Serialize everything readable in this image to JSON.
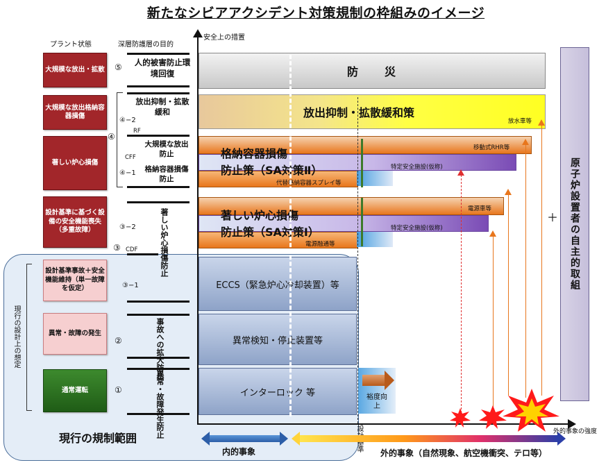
{
  "title": "新たなシビアアクシデント対策規制の枠組みのイメージ",
  "headers": {
    "plant_state": "プラント状態",
    "depth_purpose": "深層防護層の目的",
    "safety_measures": "安全上の措置"
  },
  "plant_states": [
    "大規模な放出・拡散",
    "大規模な放出格納容器損傷",
    "著しい炉心損傷",
    "設計基準に基づく設備の安全機能喪失（多重故障）",
    "設計基準事故＋安全機能維持（単一故障を仮定）",
    "異常・故障の発生",
    "通常運転"
  ],
  "levels": {
    "l5": "⑤",
    "l5_text": "人的被害防止環境回復",
    "l4_2": "④−2",
    "l4_2_text": "放出抑制・拡散緩和",
    "rf": "RF",
    "l4": "④",
    "cff": "CFF",
    "l4_large_text": "大規模な放出防止",
    "l4_1": "④−1",
    "l4_1_text": "格納容器損傷防止",
    "l3_2": "③−2",
    "l3": "③",
    "cdf": "CDF",
    "l3_vertical": "著しい炉心損傷防止",
    "l3_1": "③−1",
    "l2": "②",
    "l2_vertical": "事故への拡大防止",
    "l1": "①",
    "l1_vertical": "異常・故障発生防止"
  },
  "measures": {
    "disaster": "防　　災",
    "release_suppression": "放出抑制・拡散緩和策",
    "fire_truck_water": "放水車等",
    "cv_prevention_line1": "格納容器損傷",
    "cv_prevention_line2": "防止策（SA対策Ⅱ）",
    "mobile_rhr": "移動式RHR等",
    "special_facility_1": "特定安全施設(仮称)",
    "alt_spray": "代替格納容器スプレイ等",
    "core_prevention_line1": "著しい炉心損傷",
    "core_prevention_line2": "防止策（SA対策Ⅰ）",
    "power_truck": "電源車等",
    "special_facility_2": "特定安全施設(仮称)",
    "power_interchange": "電源融通等",
    "eccs": "ECCS（緊急炉心冷却装置）等",
    "anomaly_detection": "異常検知・停止装置等",
    "interlock": "インターロック 等",
    "margin_improvement": "裕度向上"
  },
  "operator_voluntary": "原子炉設置者の自主的取組",
  "plus": "＋",
  "current_design_assumption": "現行の設計上の想定",
  "current_regulation_scope": "現行の規制範囲",
  "internal_events": "内的事象",
  "design_basis": "設計基準",
  "external_events": "外的事象（自然現象、航空機衝突、テロ等）",
  "external_intensity": "外的事象の強度",
  "colors": {
    "plant_red": "#a2262a",
    "measure_blue": "#8ea3c8",
    "orange": "#e8761c",
    "yellow": "#ffff33",
    "purple": "#7a4bb5"
  }
}
